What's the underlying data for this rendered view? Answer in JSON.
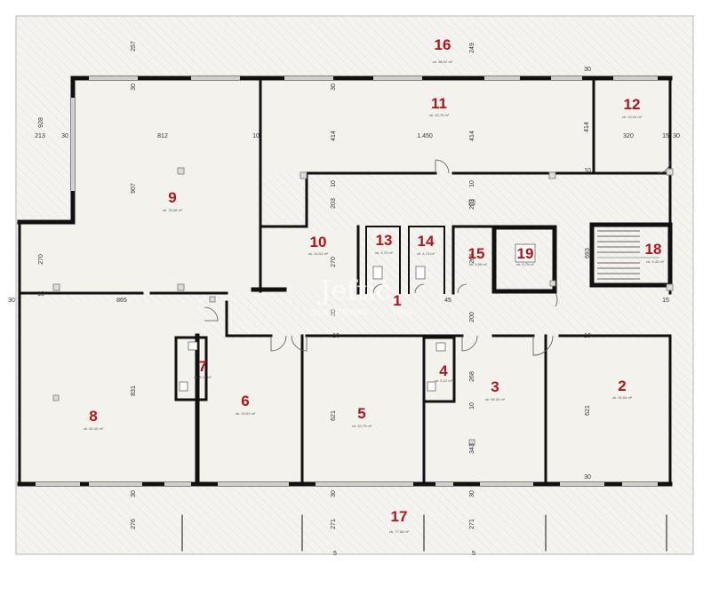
{
  "watermark": {
    "brand": "Jeftić",
    "subtitle": "NEKRETNINE",
    "since": "1989"
  },
  "rooms": [
    {
      "id": "r1",
      "number": "1",
      "area": ""
    },
    {
      "id": "r2",
      "number": "2",
      "area": "cb. 92,54 m²"
    },
    {
      "id": "r3",
      "number": "3",
      "area": "cb. 59,34 m²"
    },
    {
      "id": "r4",
      "number": "4",
      "area": "cb. 5,12 m²"
    },
    {
      "id": "r5",
      "number": "5",
      "area": "cb. 52,79 m²"
    },
    {
      "id": "r6",
      "number": "6",
      "area": "cb. 29,02 m²"
    },
    {
      "id": "r7",
      "number": "7",
      "area": "cb. 5,12 m²"
    },
    {
      "id": "r8",
      "number": "8",
      "area": "cb. 62,40 m²"
    },
    {
      "id": "r9",
      "number": "9",
      "area": "cb. 78,68 m²"
    },
    {
      "id": "r10",
      "number": "10",
      "area": "cb. 14,91 m²"
    },
    {
      "id": "r11",
      "number": "11",
      "area": "cb. 42,76 m²"
    },
    {
      "id": "r12",
      "number": "12",
      "area": "cb. 12,94 m²"
    },
    {
      "id": "r13",
      "number": "13",
      "area": "cb. 4,73 m²"
    },
    {
      "id": "r14",
      "number": "14",
      "area": "cb. 4,73 m²"
    },
    {
      "id": "r15",
      "number": "15",
      "area": "cb. 5,96 m²"
    },
    {
      "id": "r16",
      "number": "16",
      "area": "cb. 88,92 m²"
    },
    {
      "id": "r17",
      "number": "17",
      "area": "cb. 77,08 m²"
    },
    {
      "id": "r18",
      "number": "18",
      "area": "cb. 9,42 m²"
    },
    {
      "id": "r19",
      "number": "19",
      "area": "cb. 5,79 m²"
    }
  ],
  "dimensions": {
    "d257": "257",
    "d249": "249",
    "d30a": "30",
    "d30b": "30",
    "d30c": "30",
    "d928": "928",
    "d213": "213",
    "d30d": "30",
    "d812": "812",
    "d10a": "10",
    "d414a": "414",
    "d1450": "1.450",
    "d414b": "414",
    "d414c": "414",
    "d320": "320",
    "d15a": "15",
    "d30e": "30",
    "d907": "907",
    "d10b": "10",
    "d10c": "10",
    "d203a": "203",
    "d203b": "203",
    "d10d": "10",
    "d270a": "270",
    "d270b": "270",
    "d693": "693",
    "d265": "265",
    "d30f": "30",
    "d10e": "10",
    "d865": "865",
    "d45": "45",
    "d15b": "15",
    "d20": "20",
    "d200": "200",
    "d10f": "10",
    "d10g": "10",
    "d268": "268",
    "d831": "831",
    "d621a": "621",
    "d621b": "621",
    "d10h": "10",
    "d343": "343",
    "d30g": "30",
    "d30h": "30",
    "d30i": "30",
    "d30j": "30",
    "d276": "276",
    "d271a": "271",
    "d271b": "271",
    "d5a": "5",
    "d5b": "5"
  }
}
